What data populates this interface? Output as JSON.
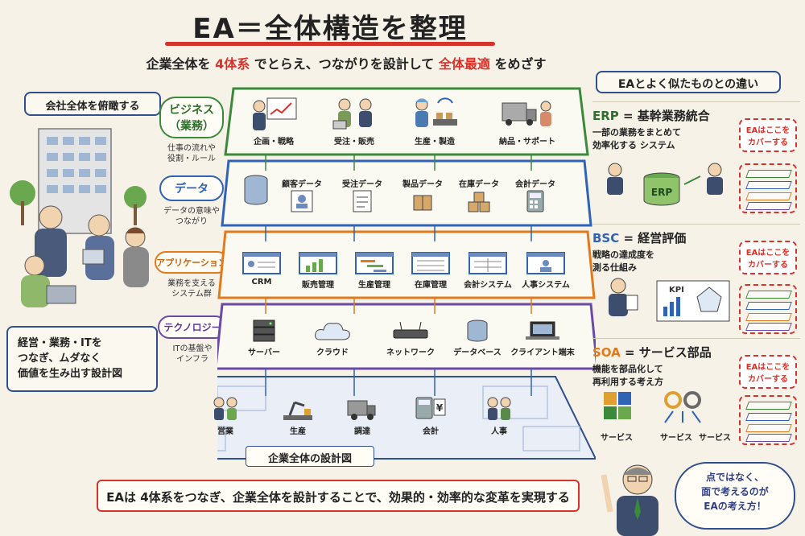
{
  "title": "EA＝全体構造を整理",
  "subtitle": {
    "part1": "企業全体を ",
    "highlight1": "4体系",
    "part2": " でとらえ、つながりを設計して ",
    "highlight2": "全体最適",
    "part3": " をめざす"
  },
  "left": {
    "tag": "会社全体を俯瞰する",
    "bubble_line1": "経営・業務・ITを",
    "bubble_line2": "つなぎ、ムダなく",
    "bubble_line3": "価値を生み出す設計図"
  },
  "layers": [
    {
      "label_line1": "ビジネス",
      "label_line2": "（業務）",
      "desc_line1": "仕事の流れや",
      "desc_line2": "役割・ルール",
      "color": "#3b8a3a",
      "items": [
        "企画・戦略",
        "受注・販売",
        "生産・製造",
        "納品・サポート"
      ]
    },
    {
      "label_line1": "データ",
      "label_line2": "",
      "desc_line1": "データの意味や",
      "desc_line2": "つながり",
      "color": "#2f63b5",
      "items": [
        "顧客データ",
        "受注データ",
        "製品データ",
        "在庫データ",
        "会計データ"
      ]
    },
    {
      "label_line1": "アプリケーション",
      "label_line2": "",
      "desc_line1": "業務を支える",
      "desc_line2": "システム群",
      "color": "#e07a1c",
      "items": [
        "CRM",
        "販売管理",
        "生産管理",
        "在庫管理",
        "会計システム",
        "人事システム"
      ]
    },
    {
      "label_line1": "テクノロジー",
      "label_line2": "",
      "desc_line1": "ITの基盤や",
      "desc_line2": "インフラ",
      "color": "#6a4aa8",
      "items": [
        "サーバー",
        "クラウド",
        "ネットワーク",
        "データベース",
        "クライアント端末"
      ]
    }
  ],
  "blueprint": {
    "items": [
      "営業",
      "生産",
      "調達",
      "会計",
      "人事"
    ],
    "label": "企業全体の設計図"
  },
  "right": {
    "header": "EAとよく似たものとの違い",
    "cover_line1": "EAはここを",
    "cover_line2": "カバーする",
    "panels": [
      {
        "title_abbr": "ERP",
        "title_rest": " = 基幹業務統合",
        "desc_line1": "一部の業務をまとめて",
        "desc_line2": "効率化する システム",
        "badge": "ERP"
      },
      {
        "title_abbr": "BSC",
        "title_rest": " = 経営評価",
        "desc_line1": "戦略の達成度を",
        "desc_line2": "測る仕組み",
        "badge": "KPI"
      },
      {
        "title_abbr": "SOA",
        "title_rest": " = サービス部品",
        "desc_line1": "機能を部品化して",
        "desc_line2": "再利用する考え方",
        "badge": ""
      }
    ],
    "soa_labels": [
      "サービス",
      "サービス",
      "サービス"
    ]
  },
  "bottom": "EAは 4体系をつなぎ、企業全体を設計することで、効果的・効率的な変革を実現する",
  "speech_line1": "点ではなく、",
  "speech_line2": "面で考えるのが",
  "speech_line3": "EAの考え方！"
}
